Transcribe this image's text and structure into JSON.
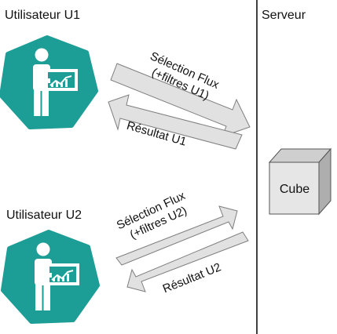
{
  "users": [
    {
      "label": "Utilisateur U1"
    },
    {
      "label": "Utilisateur U2"
    }
  ],
  "server": {
    "label": "Serveur"
  },
  "cube": {
    "label": "Cube"
  },
  "flows": {
    "u1_request": {
      "line1": "Sélection Flux",
      "line2": "(+filtres U1)"
    },
    "u1_result": {
      "label": "Résultat U1"
    },
    "u2_request": {
      "line1": "Sélection Flux",
      "line2": "(+filtres U2)"
    },
    "u2_result": {
      "label": "Résultat U2"
    }
  },
  "colors": {
    "hexagon": "#1c9d96",
    "person": "#ffffff",
    "arrow_fill": "#e1e1e1",
    "arrow_stroke": "#7f7f7f",
    "cube_front": "#e6e6e6",
    "cube_top": "#cfcfcf",
    "cube_side": "#aeaeae",
    "divider": "#000000"
  },
  "icons": [
    "presenter-icon"
  ]
}
